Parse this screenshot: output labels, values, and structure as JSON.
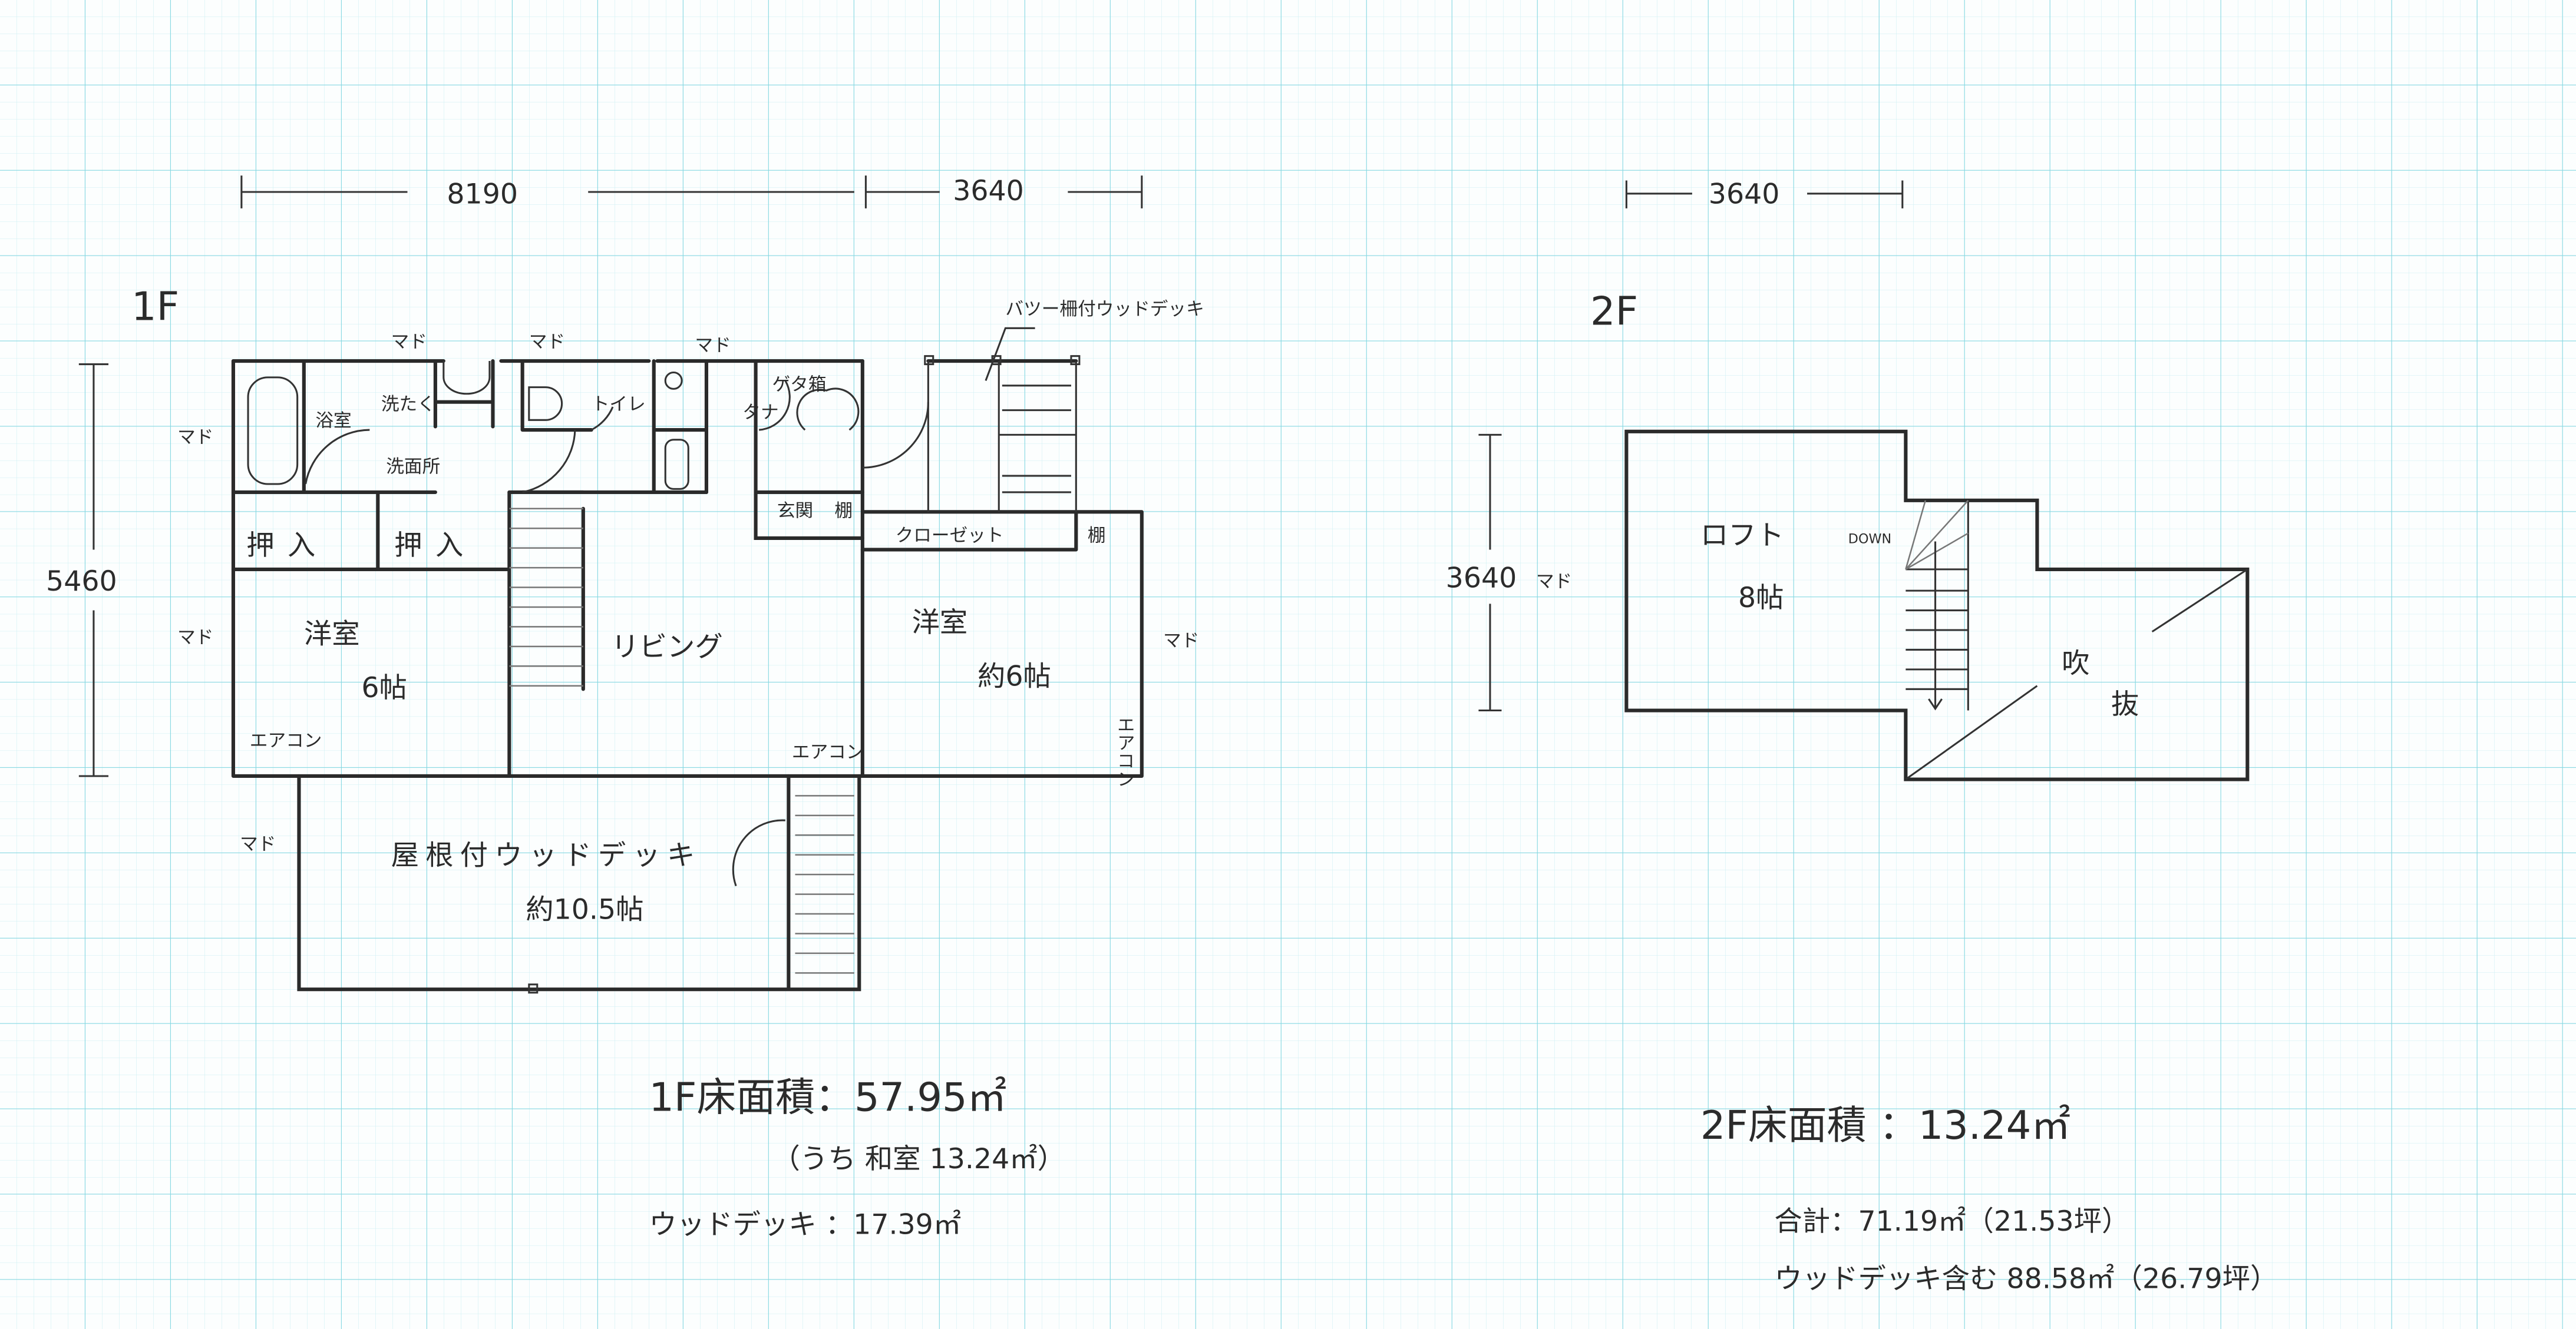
{
  "colors": {
    "grid_minor": "#c9eef2",
    "grid_major": "#7fd6e0",
    "ink": "#2a2a2a",
    "paper": "#fcfefe"
  },
  "floor1": {
    "label": "1F",
    "dim_width_left": "8190",
    "dim_width_right": "3640",
    "dim_height": "5460",
    "window": "マド",
    "rooms": {
      "bath": "浴室",
      "laundry": "洗たく",
      "washroom": "洗面所",
      "toilet": "トイレ",
      "shoe_box": "ゲタ箱",
      "shelf_side": "タナ",
      "entrance": "玄関",
      "entrance_shelf": "棚",
      "closet": "クローゼット",
      "shelf": "棚",
      "oshiire_1": "押入",
      "oshiire_2": "押入",
      "western_left_name": "洋室",
      "western_left_size": "6帖",
      "living": "リビング",
      "western_right_name": "洋室",
      "western_right_size": "約6帖",
      "aircon": "エアコン",
      "deck_name": "屋根付ウッドデッキ",
      "deck_size": "約10.5帖",
      "balcony_deck": "バツー柵付ウッドデッキ"
    }
  },
  "floor2": {
    "label": "2F",
    "dim_width": "3640",
    "dim_height": "3640",
    "window": "マド",
    "loft_name": "ロフト",
    "loft_size": "8帖",
    "down": "DOWN",
    "void_1": "吹",
    "void_2": "抜"
  },
  "summary": {
    "f1_area": "1F床面積：57.95㎡",
    "f1_loft": "（うち 和室 13.24㎡）",
    "deck_area": "ウッドデッキ ：17.39㎡",
    "f2_area": "2F床面積 ：13.24㎡",
    "total": "合計：71.19㎡（21.53坪）",
    "total_with_deck": "ウッドデッキ含む 88.58㎡（26.79坪）"
  }
}
